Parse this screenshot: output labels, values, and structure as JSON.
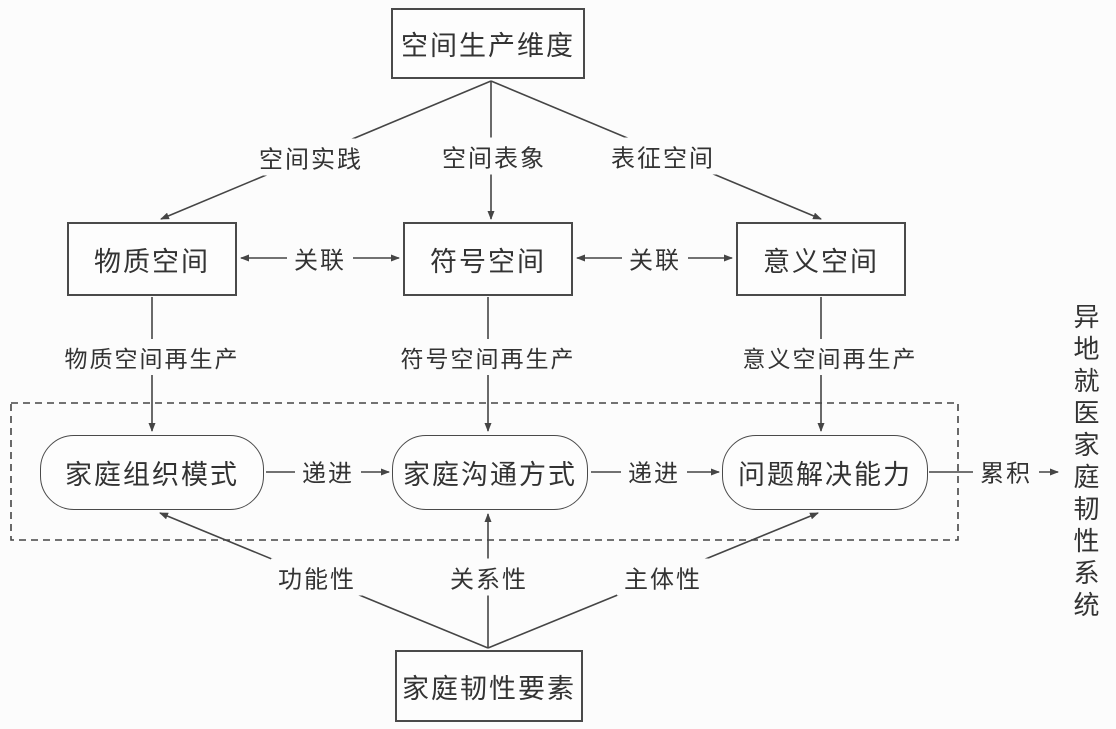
{
  "nodes": {
    "space_production": "空间生产维度",
    "material_space": "物质空间",
    "symbol_space": "符号空间",
    "meaning_space": "意义空间",
    "family_organization": "家庭组织模式",
    "family_communication": "家庭沟通方式",
    "problem_solving": "问题解决能力",
    "resilience_elements": "家庭韧性要素"
  },
  "edge_labels": {
    "spatial_practice": "空间实践",
    "spatial_representation": "空间表象",
    "representational_space": "表征空间",
    "association_left": "关联",
    "association_right": "关联",
    "material_reproduction": "物质空间再生产",
    "symbol_reproduction": "符号空间再生产",
    "meaning_reproduction": "意义空间再生产",
    "progression_left": "递进",
    "progression_right": "递进",
    "accumulation": "累积",
    "functionality": "功能性",
    "relationality": "关系性",
    "subjectivity": "主体性"
  },
  "side_label": "异地就医家庭韧性系统",
  "colors": {
    "line": "#454545",
    "text": "#333333",
    "background": "#fcfcfc",
    "node_fill": "#fdfdfd"
  }
}
